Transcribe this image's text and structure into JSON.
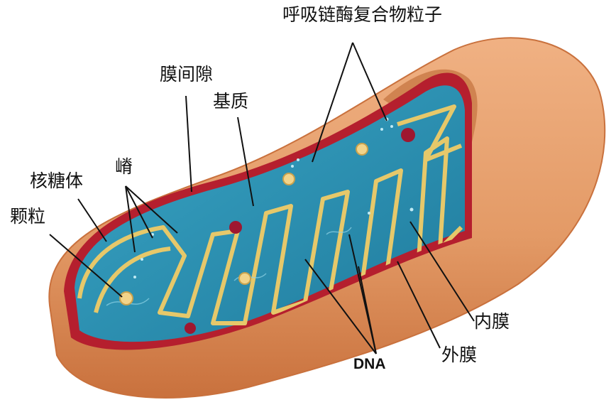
{
  "diagram": {
    "labels": {
      "respiratory_complex": "呼吸链酶复合物粒子",
      "intermembrane_space": "膜间隙",
      "matrix": "基质",
      "crista": "嵴",
      "ribosome": "核糖体",
      "granule": "颗粒",
      "inner_membrane": "内膜",
      "outer_membrane": "外膜",
      "dna": "DNA"
    },
    "colors": {
      "outer_membrane": "#e39a66",
      "outer_membrane_dark": "#c9713d",
      "membrane_red": "#b51f2e",
      "matrix_blue": "#2a8fb1",
      "inner_membrane_yellow": "#e6c86a",
      "granule_yellow": "#f2d48a",
      "dark_red_granule": "#9e1730",
      "line": "#111111"
    }
  }
}
